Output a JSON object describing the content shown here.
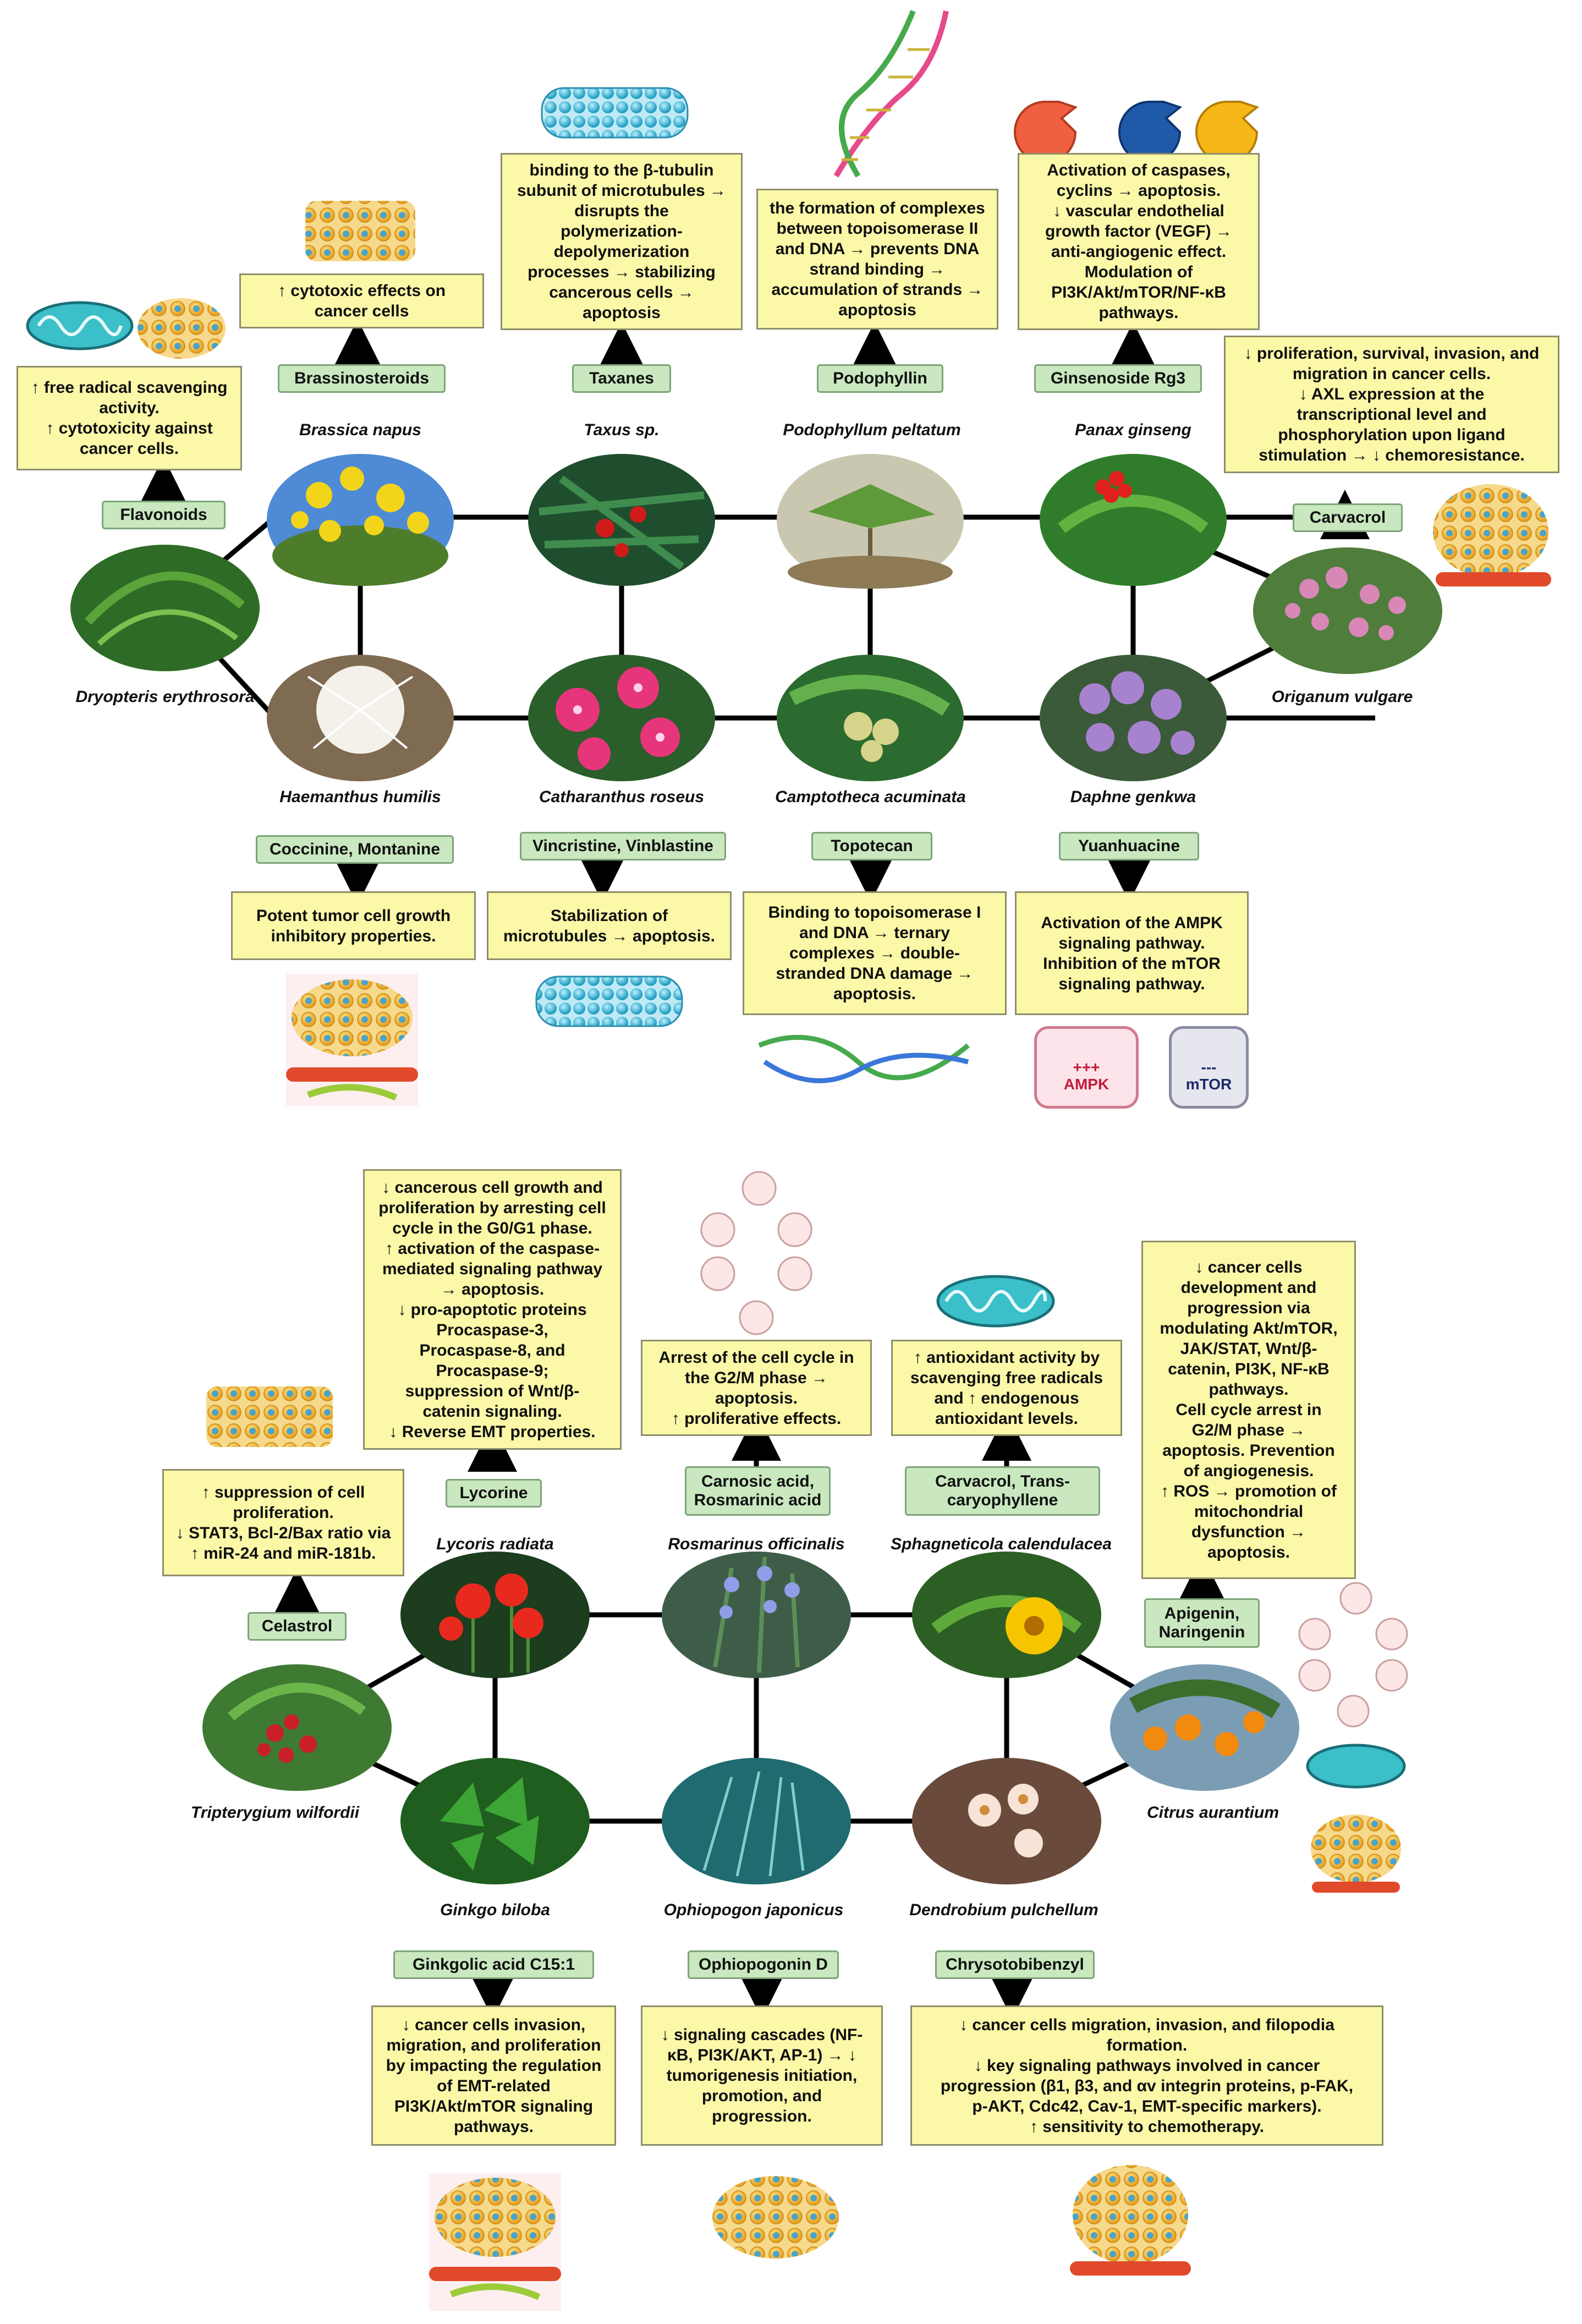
{
  "colors": {
    "box_fill": "#fbf8a8",
    "box_border": "#8e8e6a",
    "compound_fill": "#c9e8bf",
    "compound_border": "#7da47a",
    "line": "#000000"
  },
  "top": {
    "plants": {
      "dryopteris": "Dryopteris erythrosora",
      "brassica": "Brassica napus",
      "taxus": "Taxus sp.",
      "podophyllum": "Podophyllum peltatum",
      "panax": "Panax ginseng",
      "origanum": "Origanum vulgare",
      "haemanthus": "Haemanthus humilis",
      "catharanthus": "Catharanthus roseus",
      "camptotheca": "Camptotheca acuminata",
      "daphne": "Daphne genkwa"
    },
    "compounds": {
      "flavonoids": "Flavonoids",
      "brassinosteroids": "Brassinosteroids",
      "taxanes": "Taxanes",
      "podophyllin": "Podophyllin",
      "ginsenoside": "Ginsenoside Rg3",
      "carvacrol": "Carvacrol",
      "coccinine": "Coccinine, Montanine",
      "vincristine": "Vincristine, Vinblastine",
      "topotecan": "Topotecan",
      "yuanhuacine": "Yuanhuacine"
    },
    "effects": {
      "flavonoids": "↑ free radical scavenging\nactivity.\n↑ cytotoxicity against\ncancer cells.",
      "brassinosteroids": "↑ cytotoxic effects on\ncancer cells",
      "taxanes": "binding to the β-tubulin\nsubunit of microtubules →\ndisrupts the\npolymerization-\ndepolymerization\nprocesses → stabilizing\ncancerous cells →\napoptosis",
      "podophyllin": "the formation of complexes\nbetween topoisomerase II\nand DNA → prevents DNA\nstrand binding →\naccumulation of strands →\napoptosis",
      "ginsenoside": "Activation of caspases,\ncyclins → apoptosis.\n↓ vascular endothelial\ngrowth factor (VEGF) →\nanti-angiogenic effect.\nModulation of\nPI3K/Akt/mTOR/NF-κB\npathways.",
      "carvacrol": "↓ proliferation, survival, invasion, and\nmigration in cancer cells.\n↓ AXL expression at the\ntranscriptional level and\nphosphorylation upon ligand\nstimulation → ↓ chemoresistance.",
      "coccinine": "Potent tumor cell growth\ninhibitory properties.",
      "vincristine": "Stabilization of\nmicrotubules → apoptosis.",
      "topotecan": "Binding to topoisomerase I\nand DNA → ternary\ncomplexes → double-\nstranded DNA damage →\napoptosis.",
      "yuanhuacine": "Activation of the AMPK\nsignaling pathway.\nInhibition of the mTOR\nsignaling pathway."
    },
    "markers": {
      "ampk_sign": "+++",
      "ampk": "AMPK",
      "mtor_sign": "---",
      "mtor": "mTOR"
    }
  },
  "bottom": {
    "plants": {
      "tripterygium": "Tripterygium wilfordii",
      "lycoris": "Lycoris radiata",
      "rosmarinus": "Rosmarinus officinalis",
      "sphagneticola": "Sphagneticola calendulacea",
      "citrus": "Citrus aurantium",
      "ginkgo": "Ginkgo biloba",
      "ophiopogon": "Ophiopogon japonicus",
      "dendrobium": "Dendrobium pulchellum"
    },
    "compounds": {
      "celastrol": "Celastrol",
      "lycorine": "Lycorine",
      "carnosic": "Carnosic acid,\nRosmarinic acid",
      "carvacrol2": "Carvacrol, Trans-\ncaryophyllene",
      "apigenin": "Apigenin,\nNaringenin",
      "ginkgolic": "Ginkgolic acid C15:1",
      "ophiopogonin": "Ophiopogonin D",
      "chrysotobibenzyl": "Chrysotobibenzyl"
    },
    "effects": {
      "celastrol": "↑ suppression of cell\nproliferation.\n↓ STAT3, Bcl-2/Bax ratio via\n↑ miR-24 and miR-181b.",
      "lycorine": "↓ cancerous cell growth and\nproliferation by arresting cell\ncycle in the G0/G1 phase.\n↑ activation of the caspase-\nmediated signaling pathway\n→ apoptosis.\n↓  pro-apoptotic proteins\nProcaspase-3,\nProcaspase-8, and\nProcaspase-9;\nsuppression of Wnt/β-\ncatenin signaling.\n↓  Reverse EMT properties.",
      "carnosic": "Arrest of the cell cycle in\nthe G2/M phase →\napoptosis.\n↑ proliferative effects.",
      "carvacrol2": "↑ antioxidant activity by\nscavenging free radicals\nand ↑ endogenous\nantioxidant levels.",
      "apigenin": "↓ cancer cells\ndevelopment and\nprogression via\nmodulating Akt/mTOR,\nJAK/STAT, Wnt/β-\ncatenin, PI3K, NF-κB\npathways.\nCell cycle arrest in\nG2/M phase →\napoptosis. Prevention\nof angiogenesis.\n↑ ROS → promotion of\nmitochondrial\ndysfunction →\napoptosis.",
      "ginkgolic": "↓ cancer cells invasion,\nmigration, and proliferation\nby impacting the regulation\nof EMT-related\nPI3K/Akt/mTOR signaling\npathways.",
      "ophiopogonin": "↓ signaling cascades (NF-\nκB, PI3K/AKT, AP-1) → ↓\ntumorigenesis initiation,\npromotion, and\nprogression.",
      "chrysotobibenzyl": "↓ cancer cells migration, invasion, and filopodia\nformation.\n↓ key signaling pathways involved in cancer\nprogression (β1, β3, and αv integrin proteins, p-FAK,\np-AKT, Cdc42, Cav-1, EMT-specific markers).\n↑ sensitivity to chemotherapy."
    }
  }
}
